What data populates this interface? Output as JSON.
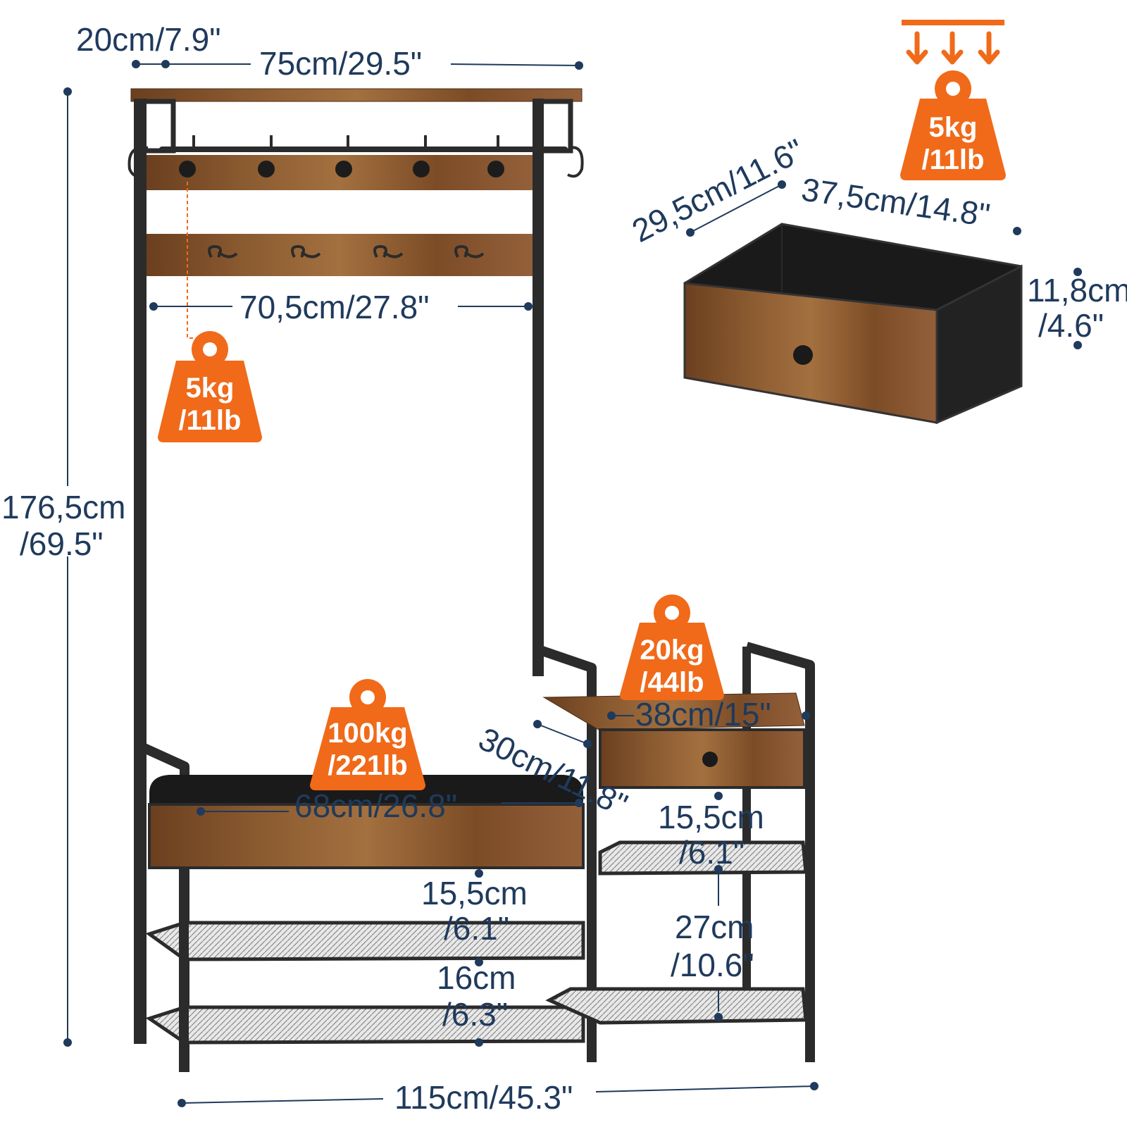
{
  "colors": {
    "frame": "#2b2b2b",
    "wood_dark": "#6b3f1f",
    "wood_mid": "#8a5a30",
    "wood_light": "#a3703f",
    "fabric": "#1a1a1a",
    "mesh": "#5a5a5a",
    "accent": "#f06a1a",
    "dimension_text": "#1f3a5c"
  },
  "icons": [
    "weight-icon",
    "down-arrow-icon",
    "hook-icon",
    "knob-icon"
  ],
  "dimensions": {
    "top_depth": "20cm/7.9\"",
    "top_width": "75cm/29.5\"",
    "total_height_cm": "176,5cm",
    "total_height_in": "/69.5\"",
    "inner_width": "70,5cm/27.8\"",
    "drawer_depth": "29,5cm/11.6\"",
    "drawer_width": "37,5cm/14.8\"",
    "drawer_height_cm": "11,8cm",
    "drawer_height_in": "/4.6\"",
    "side_top_width": "38cm/15\"",
    "side_depth": "30cm/11.8\"",
    "seat_width": "68cm/26.8\"",
    "bench_gap1_cm": "15,5cm",
    "bench_gap1_in": "/6.1\"",
    "bench_gap2_cm": "16cm",
    "bench_gap2_in": "/6.3\"",
    "side_gap1_cm": "15,5cm",
    "side_gap1_in": "/6.1\"",
    "side_gap2_cm": "27cm",
    "side_gap2_in": "/10.6\"",
    "total_width": "115cm/45.3\""
  },
  "weights": {
    "hooks_kg": "5kg",
    "hooks_lb": "/11lb",
    "drawer_kg": "5kg",
    "drawer_lb": "/11lb",
    "side_kg": "20kg",
    "side_lb": "/44lb",
    "bench_kg": "100kg",
    "bench_lb": "/221lb"
  }
}
